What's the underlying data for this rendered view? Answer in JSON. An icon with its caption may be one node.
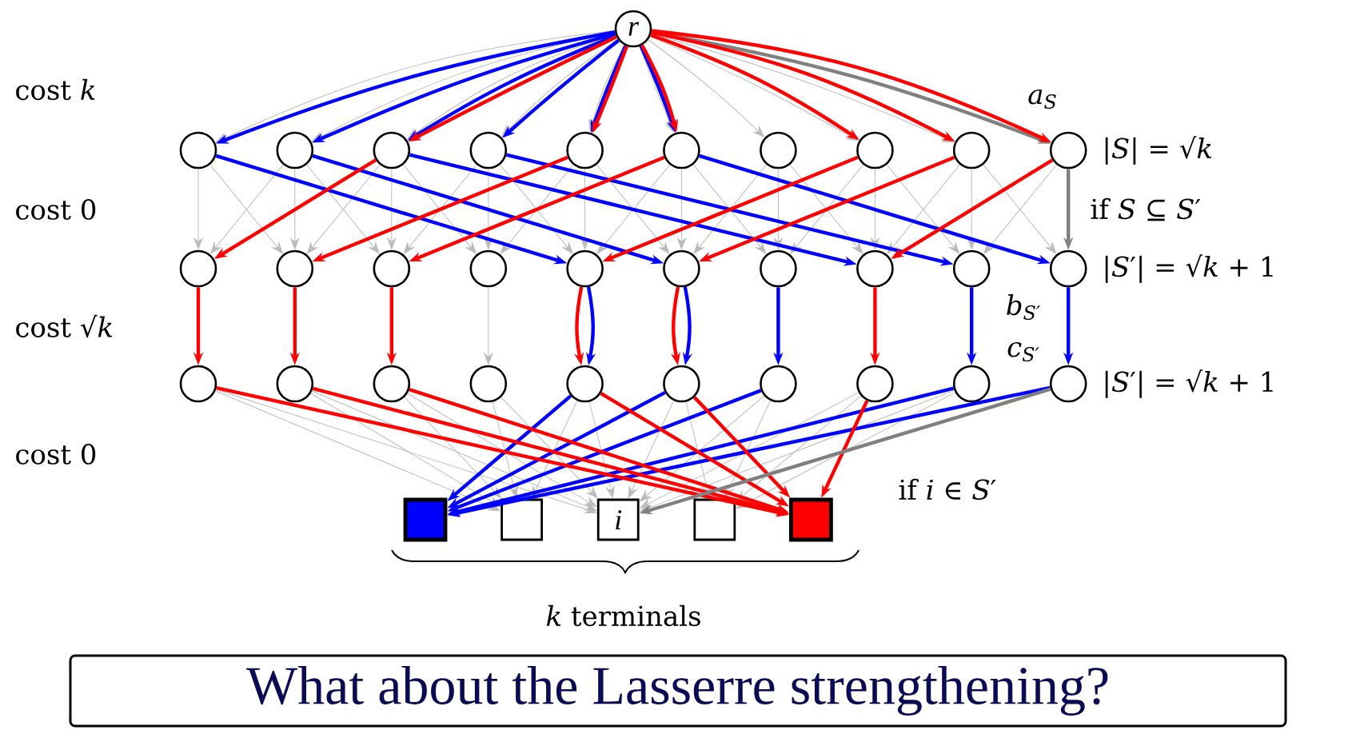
{
  "diagram": {
    "nodes": [
      {
        "text": [
          "r"
        ]
      },
      {
        "text": [],
        "shape": "circle"
      },
      {
        "text": [],
        "shape": "circle"
      },
      {
        "text": [],
        "shape": "circle"
      },
      {
        "text": [],
        "shape": "circle"
      },
      {
        "text": [],
        "shape": "circle"
      },
      {
        "text": [],
        "shape": "circle"
      },
      {
        "text": [],
        "shape": "circle"
      },
      {
        "text": [],
        "shape": "circle"
      },
      {
        "text": [],
        "shape": "circle"
      },
      {
        "text": [],
        "shape": "circle",
        "beside": [
          "a$_{S}$"
        ]
      },
      {
        "text": [],
        "shape": "circle"
      },
      {
        "text": [],
        "shape": "circle"
      },
      {
        "text": [],
        "shape": "circle"
      },
      {
        "text": [],
        "shape": "circle"
      },
      {
        "text": [],
        "shape": "circle"
      },
      {
        "text": [],
        "shape": "circle"
      },
      {
        "text": [],
        "shape": "circle"
      },
      {
        "text": [],
        "shape": "circle"
      },
      {
        "text": [],
        "shape": "circle"
      },
      {
        "text": [],
        "shape": "circle",
        "beside": [
          "b$_{S′}$"
        ]
      },
      {
        "text": [],
        "shape": "circle"
      },
      {
        "text": [],
        "shape": "circle"
      },
      {
        "text": [],
        "shape": "circle"
      },
      {
        "text": [],
        "shape": "circle"
      },
      {
        "text": [],
        "shape": "circle"
      },
      {
        "text": [],
        "shape": "circle"
      },
      {
        "text": [],
        "shape": "circle"
      },
      {
        "text": [],
        "shape": "circle"
      },
      {
        "text": [],
        "shape": "circle"
      },
      {
        "text": [],
        "shape": "circle",
        "beside": [
          "c$_{S′}$"
        ]
      },
      {
        "text": [],
        "shape": "box"
      },
      {
        "text": [],
        "shape": "box"
      },
      {
        "text": [
          "i"
        ]
      },
      {
        "text": [],
        "shape": "box"
      },
      {
        "text": [],
        "shape": "box"
      },
      {
        "text": [
          "What about the Lasserre strengthening?"
        ]
      }
    ],
    "edges": [
      {
        "from": 0,
        "to": 1,
        "arrow": "to"
      },
      {
        "from": 0,
        "to": 2,
        "arrow": "to"
      },
      {
        "from": 0,
        "to": 3,
        "arrow": "to"
      },
      {
        "from": 0,
        "to": 4,
        "arrow": "to"
      },
      {
        "from": 0,
        "to": 5,
        "arrow": "to"
      },
      {
        "from": 0,
        "to": 6,
        "arrow": "to"
      },
      {
        "from": 0,
        "to": 7,
        "arrow": "to"
      },
      {
        "from": 0,
        "to": 8,
        "arrow": "to"
      },
      {
        "from": 0,
        "to": 9,
        "arrow": "to"
      },
      {
        "from": 0,
        "to": 10,
        "arrow": "to",
        "style": "thick",
        "color": "#808080"
      },
      {
        "from": 0,
        "to": 1,
        "arrow": "to",
        "style": "thick",
        "color": "#0000ff"
      },
      {
        "from": 0,
        "to": 2,
        "arrow": "to",
        "style": "thick",
        "color": "#0000ff"
      },
      {
        "from": 0,
        "to": 3,
        "arrow": "to",
        "style": "thick",
        "color": "#0000ff"
      },
      {
        "from": 0,
        "to": 4,
        "arrow": "to",
        "style": "thick",
        "color": "#0000ff"
      },
      {
        "from": 0,
        "to": 5,
        "arrow": "to",
        "style": "thick",
        "color": "#0000ff"
      },
      {
        "from": 0,
        "to": 6,
        "arrow": "to",
        "style": "thick",
        "color": "#0000ff"
      },
      {
        "from": 0,
        "to": 3,
        "arrow": "to",
        "style": "thick",
        "color": "#ff0000"
      },
      {
        "from": 0,
        "to": 5,
        "arrow": "to",
        "style": "thick",
        "color": "#ff0000"
      },
      {
        "from": 0,
        "to": 6,
        "arrow": "to",
        "style": "thick",
        "color": "#ff0000"
      },
      {
        "from": 0,
        "to": 8,
        "arrow": "to",
        "style": "thick",
        "color": "#ff0000"
      },
      {
        "from": 0,
        "to": 9,
        "arrow": "to",
        "style": "thick",
        "color": "#ff0000"
      },
      {
        "from": 0,
        "to": 10,
        "arrow": "to",
        "style": "thick",
        "color": "#ff0000"
      },
      {
        "from": 1,
        "to": 11,
        "arrow": "to"
      },
      {
        "from": 2,
        "to": 12,
        "arrow": "to"
      },
      {
        "from": 3,
        "to": 13,
        "arrow": "to"
      },
      {
        "from": 4,
        "to": 14,
        "arrow": "to"
      },
      {
        "from": 5,
        "to": 15,
        "arrow": "to"
      },
      {
        "from": 6,
        "to": 16,
        "arrow": "to"
      },
      {
        "from": 7,
        "to": 17,
        "arrow": "to"
      },
      {
        "from": 8,
        "to": 18,
        "arrow": "to"
      },
      {
        "from": 9,
        "to": 19,
        "arrow": "to"
      },
      {
        "from": 1,
        "to": 12,
        "arrow": "to"
      },
      {
        "from": 2,
        "to": 13,
        "arrow": "to"
      },
      {
        "from": 3,
        "to": 14,
        "arrow": "to"
      },
      {
        "from": 4,
        "to": 15,
        "arrow": "to"
      },
      {
        "from": 5,
        "to": 16,
        "arrow": "to"
      },
      {
        "from": 6,
        "to": 17,
        "arrow": "to"
      },
      {
        "from": 7,
        "to": 18,
        "arrow": "to"
      },
      {
        "from": 8,
        "to": 19,
        "arrow": "to"
      },
      {
        "from": 9,
        "to": 20,
        "arrow": "to"
      },
      {
        "from": 2,
        "to": 11,
        "arrow": "to"
      },
      {
        "from": 3,
        "to": 12,
        "arrow": "to"
      },
      {
        "from": 4,
        "to": 13,
        "arrow": "to"
      },
      {
        "from": 5,
        "to": 14,
        "arrow": "to"
      },
      {
        "from": 6,
        "to": 15,
        "arrow": "to"
      },
      {
        "from": 7,
        "to": 16,
        "arrow": "to"
      },
      {
        "from": 8,
        "to": 17,
        "arrow": "to"
      },
      {
        "from": 9,
        "to": 18,
        "arrow": "to"
      },
      {
        "from": 10,
        "to": 19,
        "arrow": "to"
      },
      {
        "from": 10,
        "to": 20,
        "arrow": "to",
        "label": "if *S* ⊆ *S*′",
        "style": "thick",
        "color": "#808080"
      },
      {
        "from": 1,
        "to": 15,
        "arrow": "to",
        "style": "thick",
        "color": "#0000ff"
      },
      {
        "from": 2,
        "to": 16,
        "arrow": "to",
        "style": "thick",
        "color": "#0000ff"
      },
      {
        "from": 3,
        "to": 18,
        "arrow": "to",
        "style": "thick",
        "color": "#0000ff"
      },
      {
        "from": 4,
        "to": 19,
        "arrow": "to",
        "style": "thick",
        "color": "#0000ff"
      },
      {
        "from": 6,
        "to": 20,
        "arrow": "to",
        "style": "thick",
        "color": "#0000ff"
      },
      {
        "from": 3,
        "to": 11,
        "arrow": "to",
        "style": "thick",
        "color": "#ff0000"
      },
      {
        "from": 5,
        "to": 12,
        "arrow": "to",
        "style": "thick",
        "color": "#ff0000"
      },
      {
        "from": 6,
        "to": 13,
        "arrow": "to",
        "style": "thick",
        "color": "#ff0000"
      },
      {
        "from": 8,
        "to": 15,
        "arrow": "to",
        "style": "thick",
        "color": "#ff0000"
      },
      {
        "from": 9,
        "to": 16,
        "arrow": "to",
        "style": "thick",
        "color": "#ff0000"
      },
      {
        "from": 10,
        "to": 18,
        "arrow": "to",
        "style": "thick",
        "color": "#ff0000"
      },
      {
        "from": 11,
        "to": 21,
        "arrow": "to",
        "style": "thick",
        "color": "#ff0000"
      },
      {
        "from": 12,
        "to": 22,
        "arrow": "to",
        "style": "thick",
        "color": "#ff0000"
      },
      {
        "from": 13,
        "to": 23,
        "arrow": "to",
        "style": "thick",
        "color": "#ff0000"
      },
      {
        "from": 15,
        "to": 25,
        "arrow": "to",
        "style": "thick",
        "color": "#ff0000"
      },
      {
        "from": 16,
        "to": 26,
        "arrow": "to",
        "style": "thick",
        "color": "#ff0000"
      },
      {
        "from": 18,
        "to": 28,
        "arrow": "to",
        "style": "thick",
        "color": "#ff0000"
      },
      {
        "from": 15,
        "to": 25,
        "arrow": "to",
        "style": "thick",
        "color": "#0000ff"
      },
      {
        "from": 16,
        "to": 26,
        "arrow": "to",
        "style": "thick",
        "color": "#0000ff"
      },
      {
        "from": 17,
        "to": 27,
        "arrow": "to",
        "style": "thick",
        "color": "#0000ff"
      },
      {
        "from": 19,
        "to": 29,
        "arrow": "to",
        "style": "thick",
        "color": "#0000ff"
      },
      {
        "from": 20,
        "to": 30,
        "arrow": "to",
        "style": "thick",
        "color": "#0000ff"
      },
      {
        "from": 14,
        "to": 24,
        "arrow": "to"
      },
      {
        "from": 25,
        "to": 31,
        "arrow": "to",
        "style": "thick",
        "color": "#0000ff"
      },
      {
        "from": 26,
        "to": 31,
        "arrow": "to",
        "style": "thick",
        "color": "#0000ff"
      },
      {
        "from": 27,
        "to": 31,
        "arrow": "to",
        "style": "thick",
        "color": "#0000ff"
      },
      {
        "from": 29,
        "to": 31,
        "arrow": "to",
        "style": "thick",
        "color": "#0000ff"
      },
      {
        "from": 30,
        "to": 31,
        "arrow": "to",
        "style": "thick",
        "color": "#0000ff"
      },
      {
        "from": 21,
        "to": 35,
        "arrow": "to",
        "style": "thick",
        "color": "#ff0000"
      },
      {
        "from": 22,
        "to": 35,
        "arrow": "to",
        "style": "thick",
        "color": "#ff0000"
      },
      {
        "from": 23,
        "to": 35,
        "arrow": "to",
        "style": "thick",
        "color": "#ff0000"
      },
      {
        "from": 25,
        "to": 35,
        "arrow": "to",
        "style": "thick",
        "color": "#ff0000"
      },
      {
        "from": 26,
        "to": 35,
        "arrow": "to",
        "style": "thick",
        "color": "#ff0000"
      },
      {
        "from": 28,
        "to": 35,
        "arrow": "to",
        "style": "thick",
        "color": "#ff0000"
      },
      {
        "from": 30,
        "to": 33,
        "arrow": "to",
        "label": "if *i* ∈ *S*′",
        "style": "thick",
        "color": "#808080"
      },
      {
        "from": 21,
        "to": 33,
        "arrow": "to"
      },
      {
        "from": 22,
        "to": 33,
        "arrow": "to"
      },
      {
        "from": 23,
        "to": 33,
        "arrow": "to"
      },
      {
        "from": 24,
        "to": 33,
        "arrow": "to"
      },
      {
        "from": 25,
        "to": 33,
        "arrow": "to"
      },
      {
        "from": 26,
        "to": 33,
        "arrow": "to"
      },
      {
        "from": 27,
        "to": 33,
        "arrow": "to"
      },
      {
        "from": 28,
        "to": 33,
        "arrow": "to"
      },
      {
        "from": 29,
        "to": 33,
        "arrow": "to"
      },
      {
        "from": 21,
        "to": 32,
        "arrow": "to"
      },
      {
        "from": 22,
        "to": 32,
        "arrow": "to"
      },
      {
        "from": 23,
        "to": 32,
        "arrow": "to"
      },
      {
        "from": 24,
        "to": 32,
        "arrow": "to"
      },
      {
        "from": 25,
        "to": 32,
        "arrow": "to"
      },
      {
        "from": 26,
        "to": 34,
        "arrow": "to"
      },
      {
        "from": 27,
        "to": 34,
        "arrow": "to"
      },
      {
        "from": 28,
        "to": 34,
        "arrow": "to"
      },
      {
        "from": 29,
        "to": 34,
        "arrow": "to"
      }
    ],
    "labels": [
      "cost *k*",
      "|*S*| = √*k*",
      "cost 0",
      "|*S*′| = √*k* + 1",
      "cost √*k*",
      "|*S*′| = √*k* + 1",
      "cost 0",
      "*k* terminals"
    ]
  }
}
